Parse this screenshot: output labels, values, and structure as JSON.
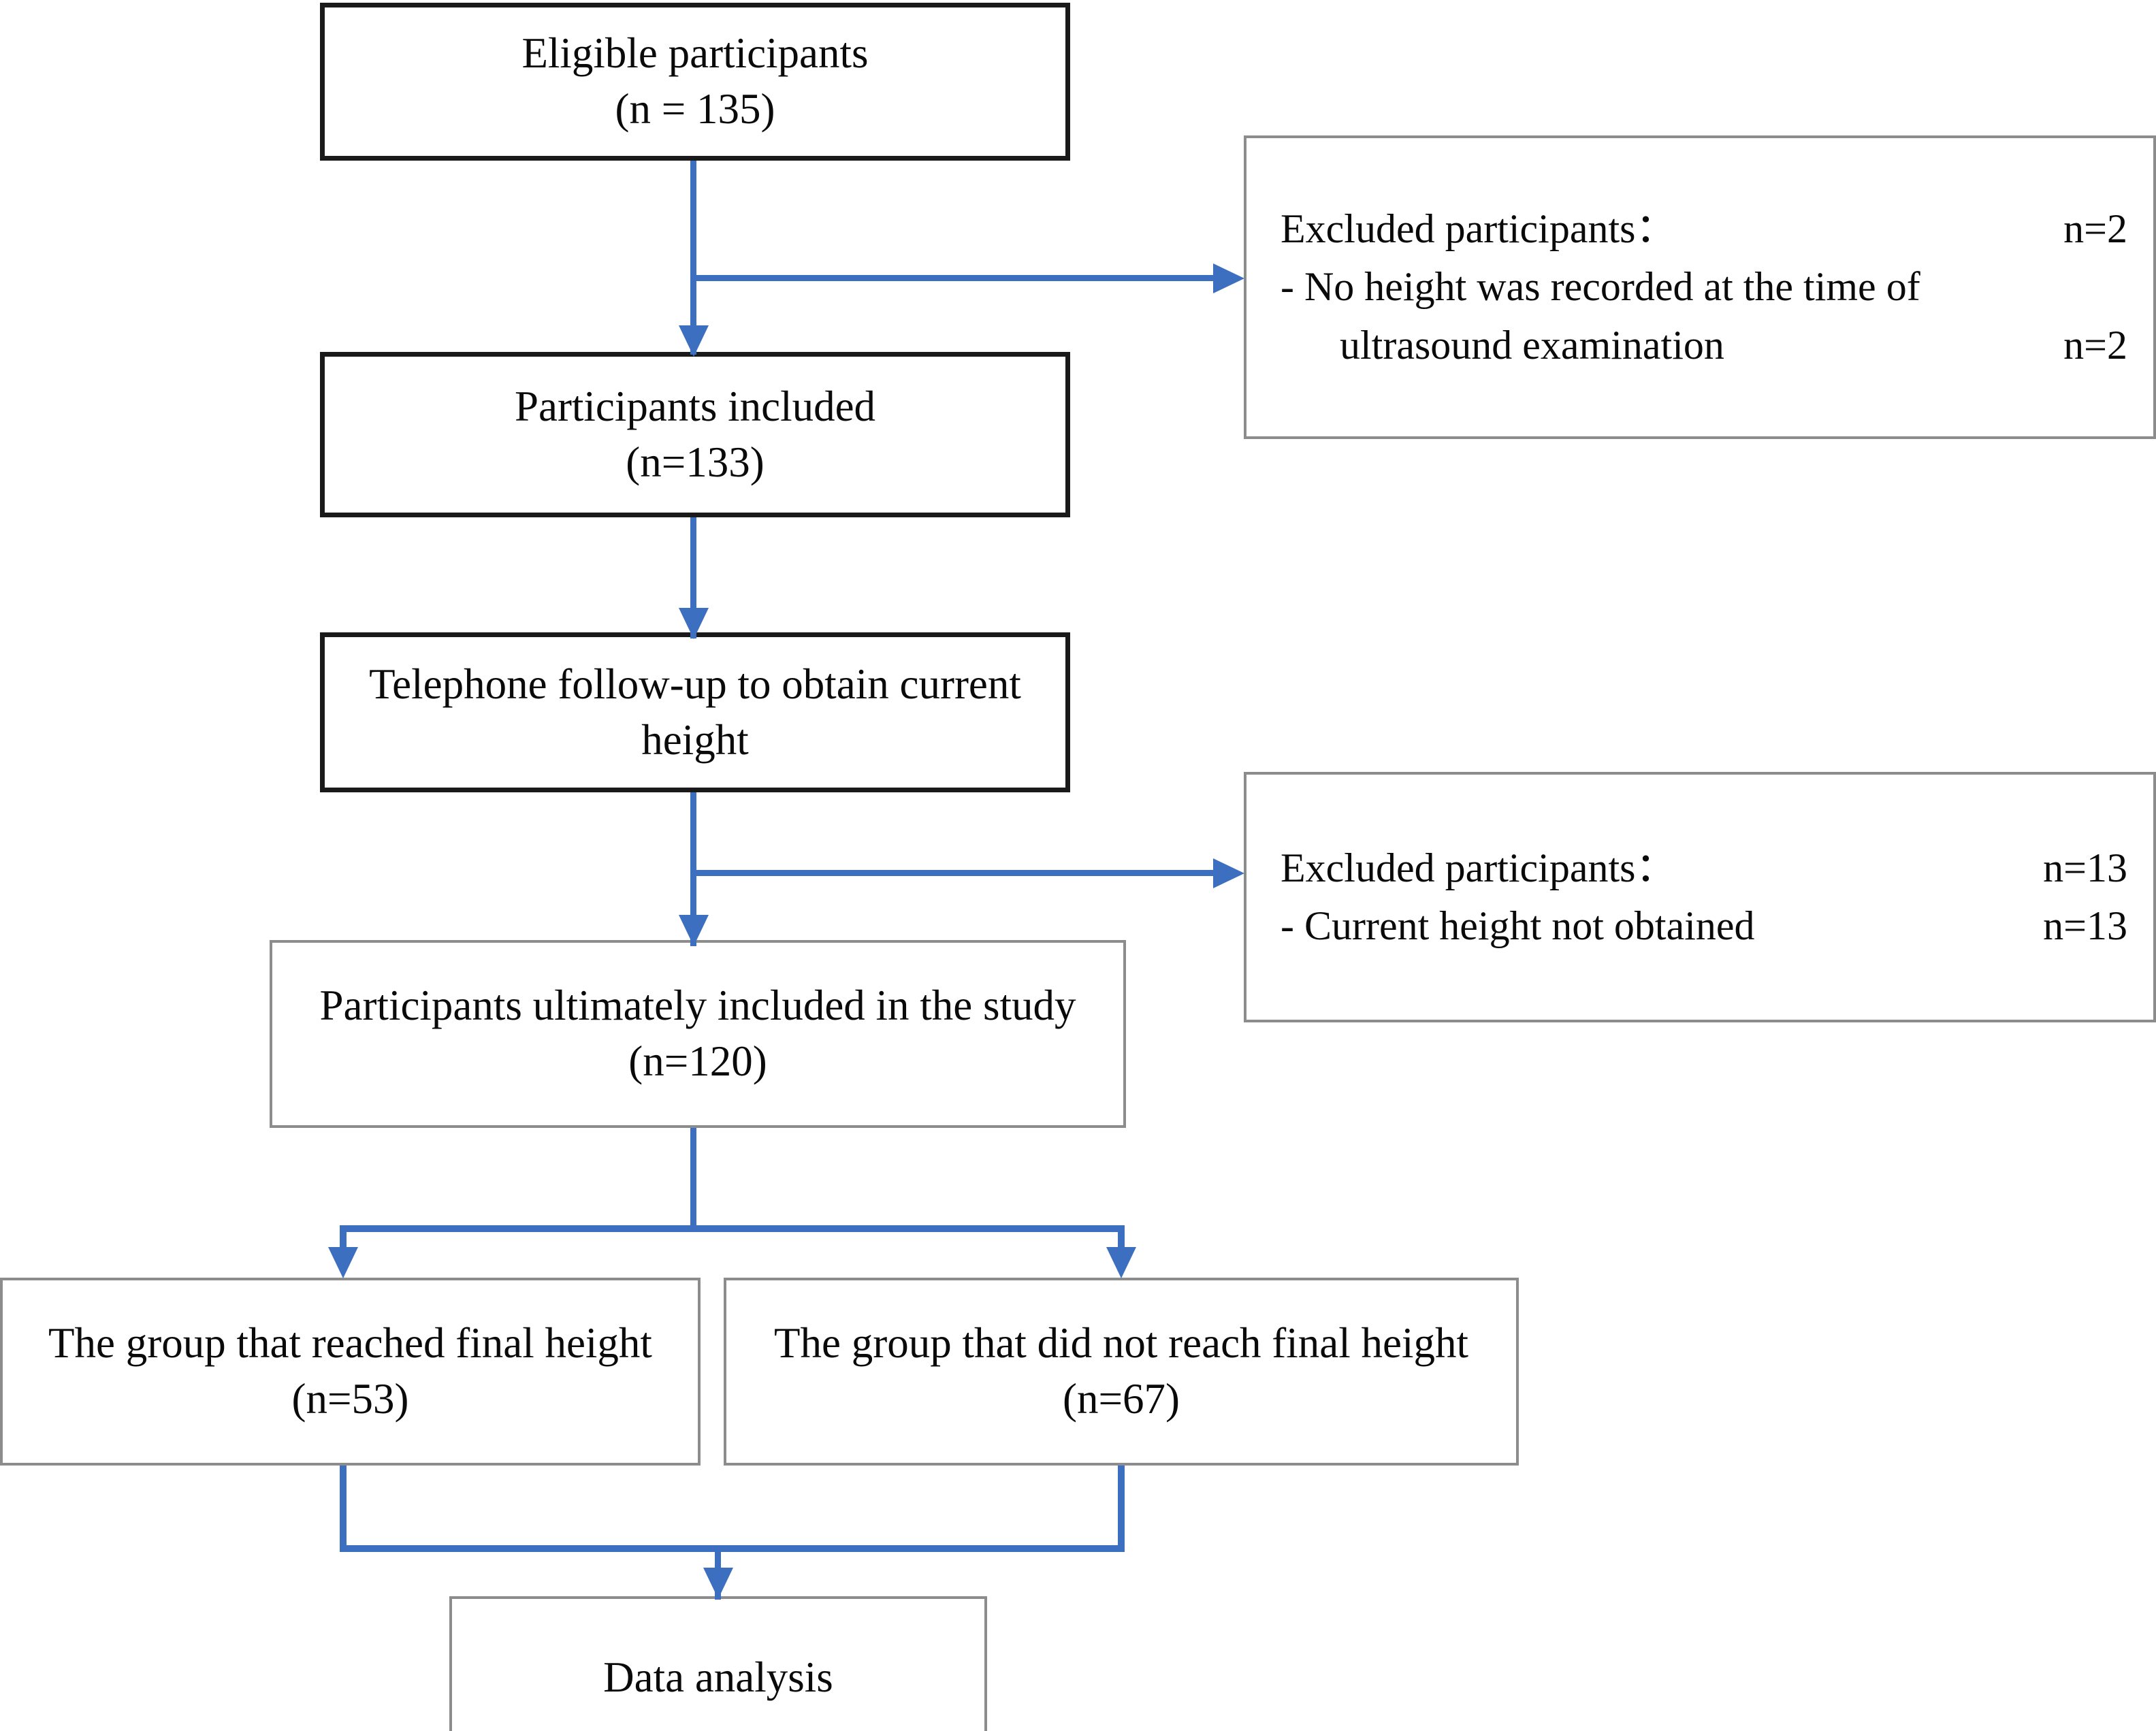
{
  "diagram": {
    "type": "flowchart",
    "title": "Participant flow diagram",
    "accent_color": "#3D6FC0",
    "box_border_dark": "#1a1a1a",
    "box_border_gray": "#8c8c8c",
    "text_color": "#0a0a0a"
  },
  "nodes": {
    "eligible": {
      "line1": "Eligible participants",
      "line2": "(n = 135)"
    },
    "included": {
      "line1": "Participants included",
      "line2": "(n=133)"
    },
    "followup": {
      "line1": "Telephone follow-up to obtain current",
      "line2": "height"
    },
    "ultimately_included": {
      "line1": "Participants ultimately included in the study",
      "line2": "(n=120)"
    },
    "group_reached": {
      "line1": "The group that reached final height",
      "line2": "(n=53)"
    },
    "group_not_reached": {
      "line1": "The group that did not reach final height",
      "line2": "(n=67)"
    },
    "data_analysis": {
      "line1": "Data analysis"
    }
  },
  "exclusions": [
    {
      "id": "excluded-1",
      "heading": "Excluded participants：",
      "heading_n": "n=2",
      "reasons": [
        {
          "text": "- No height was recorded at the time of",
          "n": ""
        },
        {
          "text": "ultrasound examination",
          "n": "n=2",
          "indent": true
        }
      ]
    },
    {
      "id": "excluded-2",
      "heading": "Excluded participants：",
      "heading_n": "n=13",
      "reasons": [
        {
          "text": "- Current height not obtained",
          "n": "n=13"
        }
      ]
    }
  ]
}
